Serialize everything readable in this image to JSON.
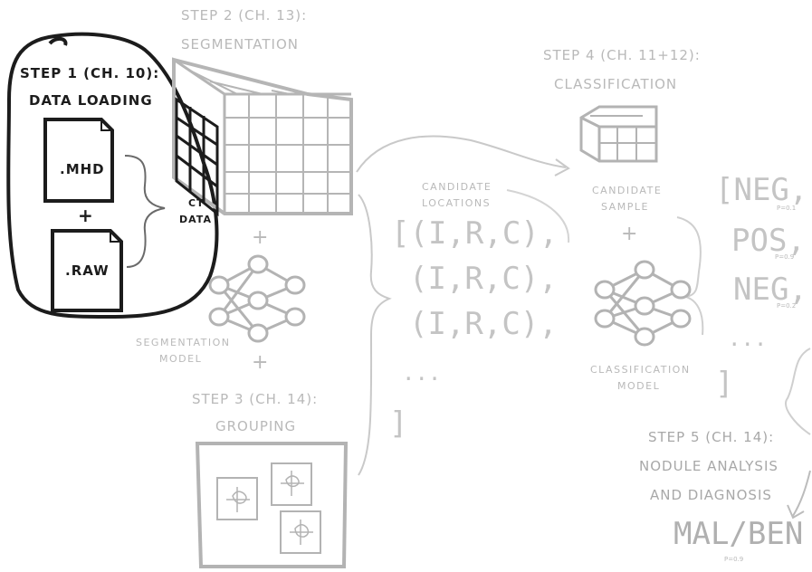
{
  "step1": {
    "title_line1": "STEP 1 (CH. 10):",
    "title_line2": "DATA LOADING",
    "file1": ".MHD",
    "file2": ".RAW",
    "plus": "+",
    "ct_line1": "CT",
    "ct_line2": "DATA"
  },
  "step2": {
    "title_line1": "STEP 2 (CH. 13):",
    "title_line2": "SEGMENTATION",
    "plus1": "+",
    "plus2": "+",
    "model_line1": "SEGMENTATION",
    "model_line2": "MODEL"
  },
  "step3": {
    "title_line1": "STEP 3 (CH. 14):",
    "title_line2": "GROUPING"
  },
  "candidates": {
    "label_line1": "CANDIDATE",
    "label_line2": "LOCATIONS",
    "row1": "[(I,R,C),",
    "row2": "(I,R,C),",
    "row3": "(I,R,C),",
    "ellipsis": "...",
    "close": "]"
  },
  "step4": {
    "title_line1": "STEP 4 (CH. 11+12):",
    "title_line2": "CLASSIFICATION",
    "sample_line1": "CANDIDATE",
    "sample_line2": "SAMPLE",
    "plus": "+",
    "model_line1": "CLASSIFICATION",
    "model_line2": "MODEL"
  },
  "results": {
    "r1": "[NEG,",
    "p1": "P=0.1",
    "r2": "POS,",
    "p2": "P=0.9",
    "r3": "NEG,",
    "p3": "P=0.2",
    "ellipsis": "...",
    "close": "]"
  },
  "step5": {
    "title_line1": "STEP 5 (CH. 14):",
    "title_line2": "NODULE ANALYSIS",
    "title_line3": "AND DIAGNOSIS",
    "output": "MAL/BEN",
    "output_p": "P=0.9"
  }
}
